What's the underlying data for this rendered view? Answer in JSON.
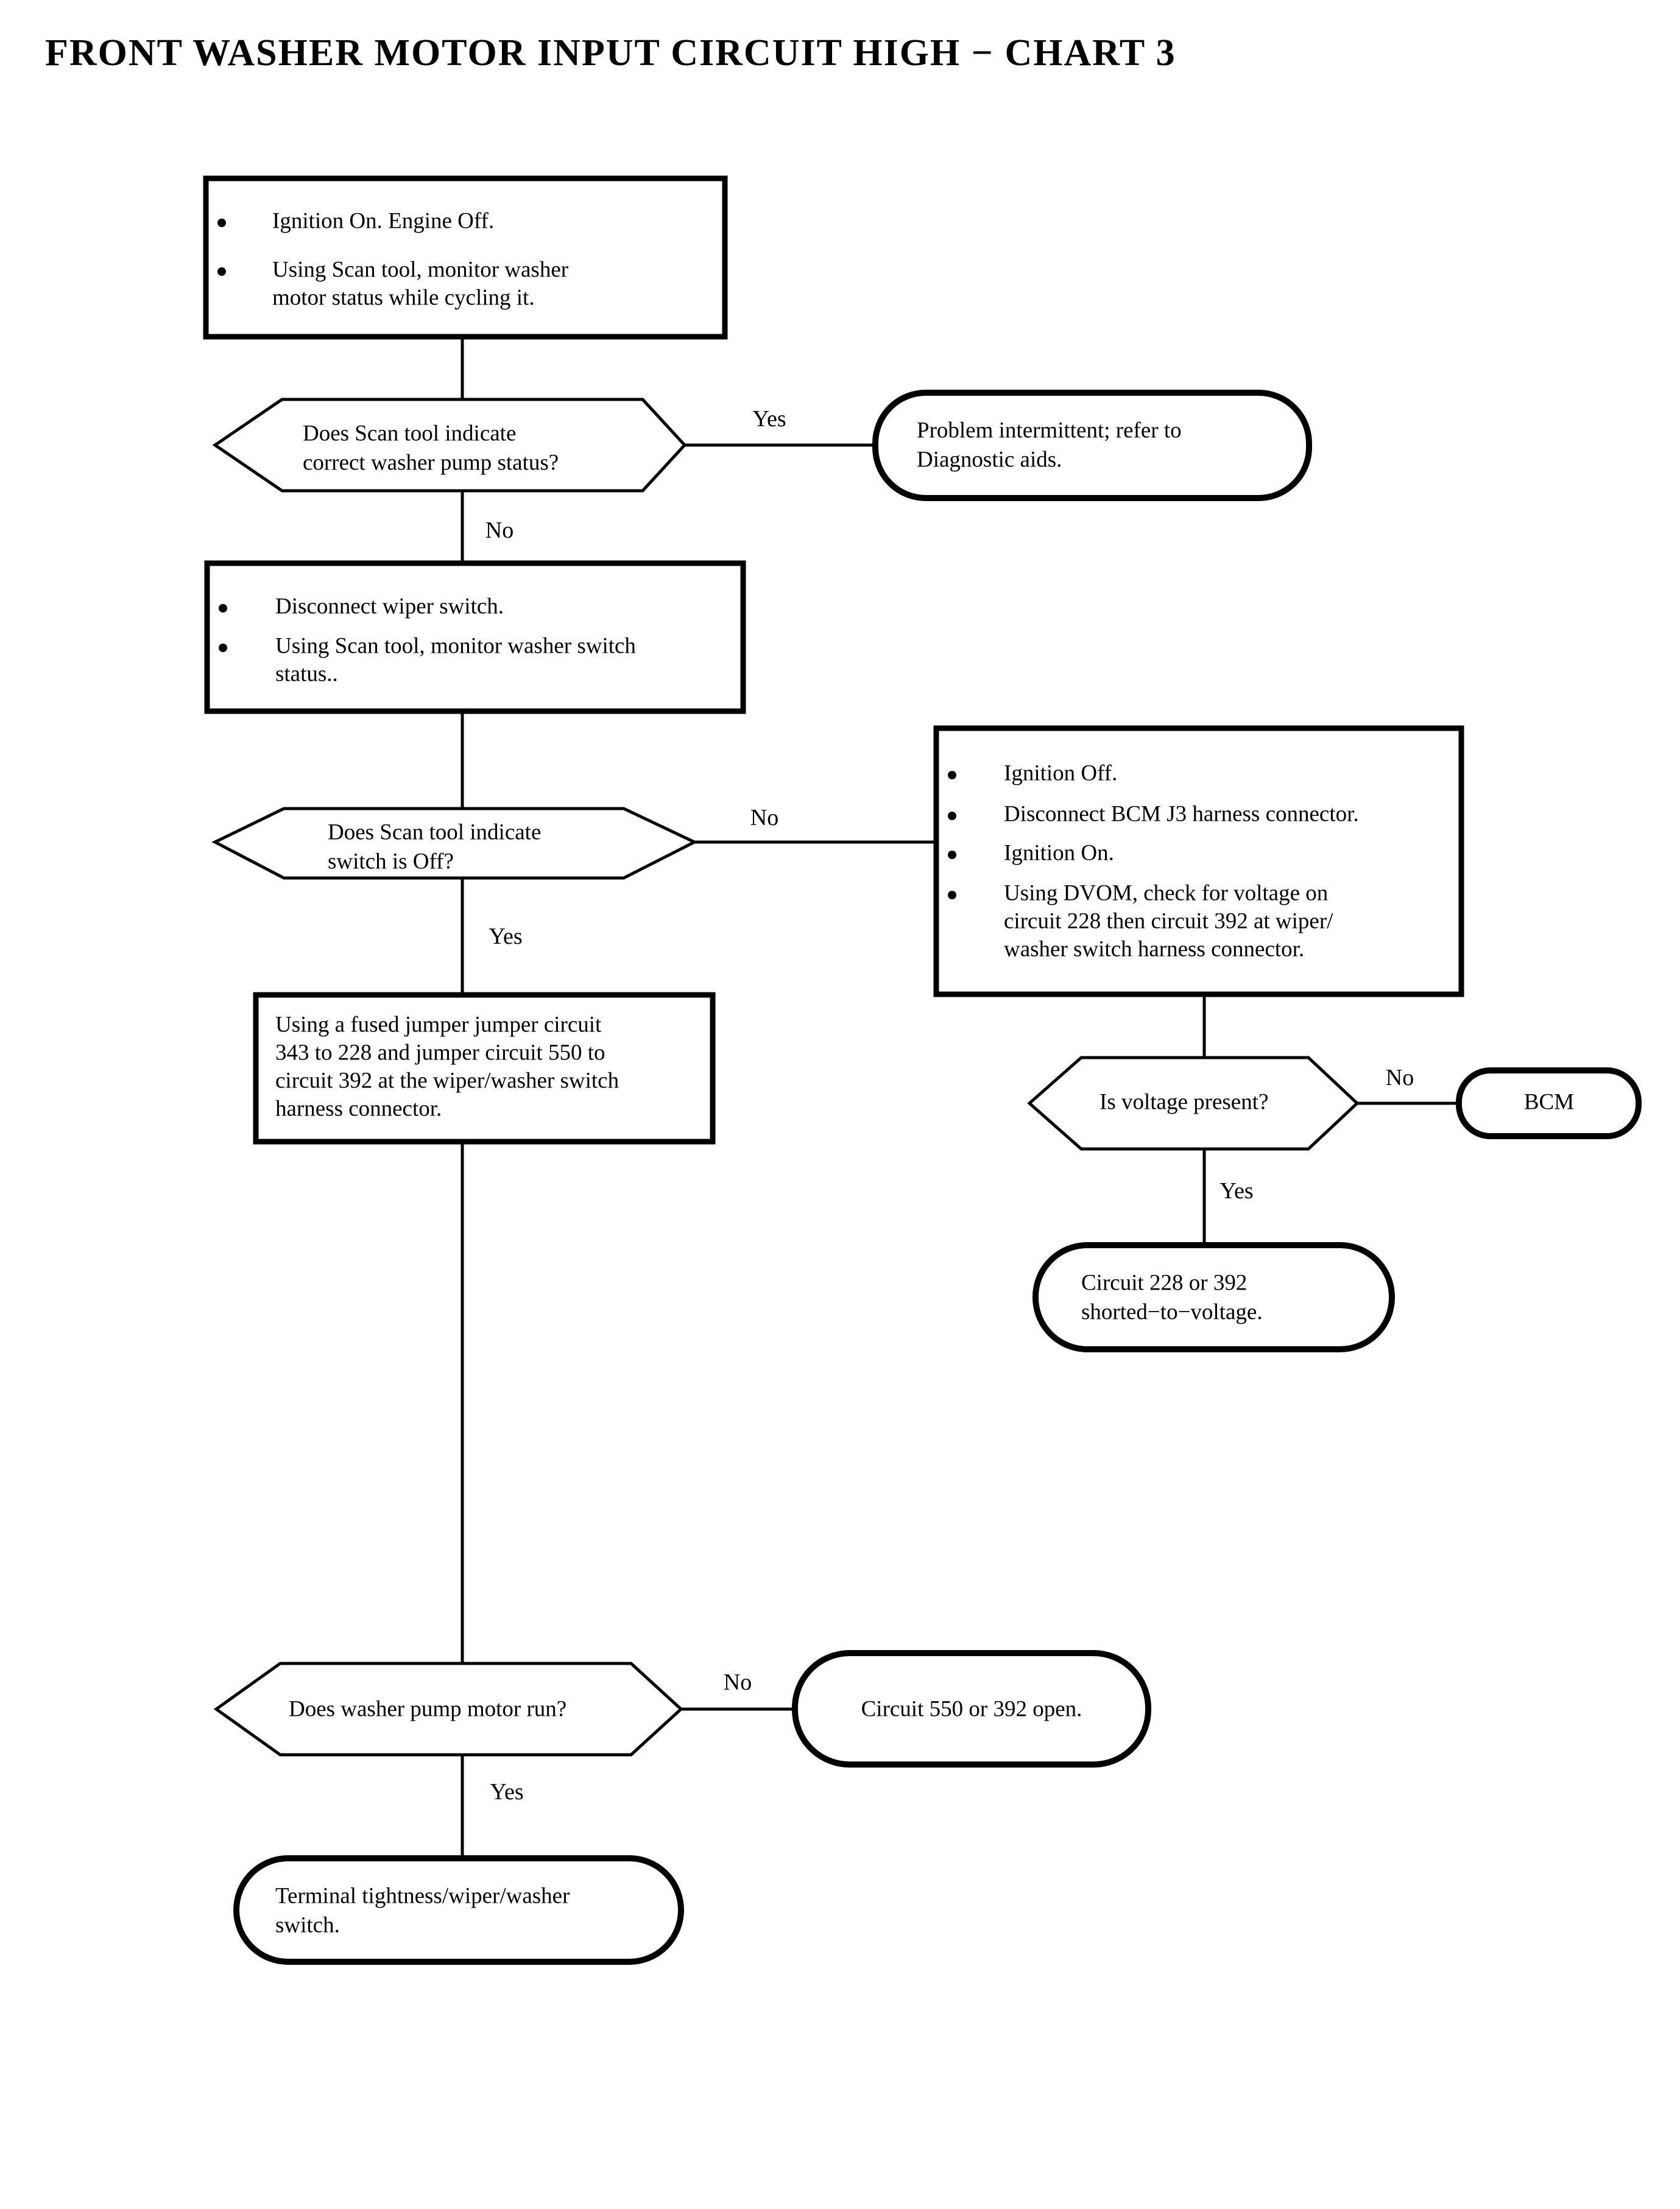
{
  "title": "FRONT WASHER MOTOR INPUT CIRCUIT HIGH − CHART 3",
  "colors": {
    "ink": "#000000",
    "paper": "#ffffff"
  },
  "chart_data": {
    "type": "diagram",
    "title": "FRONT WASHER MOTOR INPUT CIRCUIT HIGH − CHART 3",
    "diagram_kind": "flowchart",
    "nodes": [
      {
        "id": "p1",
        "shape": "process",
        "bullets": true,
        "lines": [
          "Ignition On. Engine Off.",
          "Using Scan tool, monitor washer",
          "motor status while cycling it."
        ],
        "bullet_at": [
          0,
          1
        ]
      },
      {
        "id": "d1",
        "shape": "decision",
        "lines": [
          "Does Scan tool indicate",
          "correct washer pump status?"
        ]
      },
      {
        "id": "t1",
        "shape": "terminal",
        "lines": [
          "Problem intermittent; refer to",
          "Diagnostic aids."
        ]
      },
      {
        "id": "p2",
        "shape": "process",
        "bullets": true,
        "lines": [
          "Disconnect wiper switch.",
          "Using Scan tool, monitor washer switch",
          "status.."
        ],
        "bullet_at": [
          0,
          1
        ]
      },
      {
        "id": "d2",
        "shape": "decision",
        "lines": [
          "Does Scan tool indicate",
          "switch is Off?"
        ]
      },
      {
        "id": "p3",
        "shape": "process",
        "bullets": true,
        "lines": [
          "Ignition Off.",
          "Disconnect BCM  J3 harness connector.",
          "Ignition On.",
          "Using DVOM, check for voltage on",
          "circuit 228 then circuit 392 at wiper/",
          "washer switch harness connector."
        ],
        "bullet_at": [
          0,
          1,
          2,
          3
        ]
      },
      {
        "id": "p4",
        "shape": "process",
        "bullets": false,
        "lines": [
          "Using a fused jumper jumper circuit",
          "343 to 228 and jumper circuit 550 to",
          "circuit 392 at the wiper/washer switch",
          "harness connector."
        ]
      },
      {
        "id": "d3",
        "shape": "decision",
        "lines": [
          "Is voltage present?"
        ]
      },
      {
        "id": "t2",
        "shape": "terminal",
        "lines": [
          "BCM"
        ]
      },
      {
        "id": "t3",
        "shape": "terminal",
        "lines": [
          "Circuit 228 or 392",
          "shorted−to−voltage."
        ]
      },
      {
        "id": "d4",
        "shape": "decision",
        "lines": [
          "Does washer pump motor run?"
        ]
      },
      {
        "id": "t4",
        "shape": "terminal",
        "lines": [
          "Circuit 550 or 392 open."
        ]
      },
      {
        "id": "t5",
        "shape": "terminal",
        "lines": [
          "Terminal tightness/wiper/washer",
          "switch."
        ]
      }
    ],
    "edges": [
      {
        "from": "p1",
        "to": "d1",
        "label": ""
      },
      {
        "from": "d1",
        "to": "t1",
        "label": "Yes"
      },
      {
        "from": "d1",
        "to": "p2",
        "label": "No"
      },
      {
        "from": "p2",
        "to": "d2",
        "label": ""
      },
      {
        "from": "d2",
        "to": "p3",
        "label": "No"
      },
      {
        "from": "d2",
        "to": "p4",
        "label": "Yes"
      },
      {
        "from": "p3",
        "to": "d3",
        "label": ""
      },
      {
        "from": "d3",
        "to": "t2",
        "label": "No"
      },
      {
        "from": "d3",
        "to": "t3",
        "label": "Yes"
      },
      {
        "from": "p4",
        "to": "d4",
        "label": ""
      },
      {
        "from": "d4",
        "to": "t4",
        "label": "No"
      },
      {
        "from": "d4",
        "to": "t5",
        "label": "Yes"
      }
    ],
    "edge_labels": [
      "Yes",
      "No",
      "No",
      "Yes",
      "No",
      "Yes",
      "No",
      "Yes"
    ]
  },
  "nodes": {
    "p1": {
      "l0": "Ignition On. Engine Off.",
      "l1": "Using Scan tool, monitor washer",
      "l2": "motor status while cycling it."
    },
    "d1": {
      "l0": "Does Scan tool indicate",
      "l1": "correct washer pump status?"
    },
    "t1": {
      "l0": "Problem intermittent; refer to",
      "l1": "Diagnostic aids."
    },
    "p2": {
      "l0": "Disconnect wiper switch.",
      "l1": "Using Scan tool, monitor washer switch",
      "l2": "status.."
    },
    "d2": {
      "l0": "Does Scan tool indicate",
      "l1": "switch is Off?"
    },
    "p3": {
      "l0": "Ignition Off.",
      "l1": "Disconnect BCM  J3 harness connector.",
      "l2": "Ignition On.",
      "l3": "Using DVOM, check for voltage on",
      "l4": "circuit 228 then circuit 392 at wiper/",
      "l5": "washer switch harness connector."
    },
    "p4": {
      "l0": "Using a fused jumper jumper circuit",
      "l1": "343 to 228 and jumper circuit 550 to",
      "l2": "circuit 392 at the wiper/washer switch",
      "l3": "harness connector."
    },
    "d3": {
      "l0": "Is voltage present?"
    },
    "t2": {
      "l0": "BCM"
    },
    "t3": {
      "l0": "Circuit 228 or 392",
      "l1": "shorted−to−voltage."
    },
    "d4": {
      "l0": "Does washer pump motor run?"
    },
    "t4": {
      "l0": "Circuit 550 or 392 open."
    },
    "t5": {
      "l0": "Terminal tightness/wiper/washer",
      "l1": "switch."
    }
  },
  "edge_labels": {
    "d1_yes": "Yes",
    "d1_no": "No",
    "d2_no": "No",
    "d2_yes": "Yes",
    "d3_no": "No",
    "d3_yes": "Yes",
    "d4_no": "No",
    "d4_yes": "Yes"
  }
}
